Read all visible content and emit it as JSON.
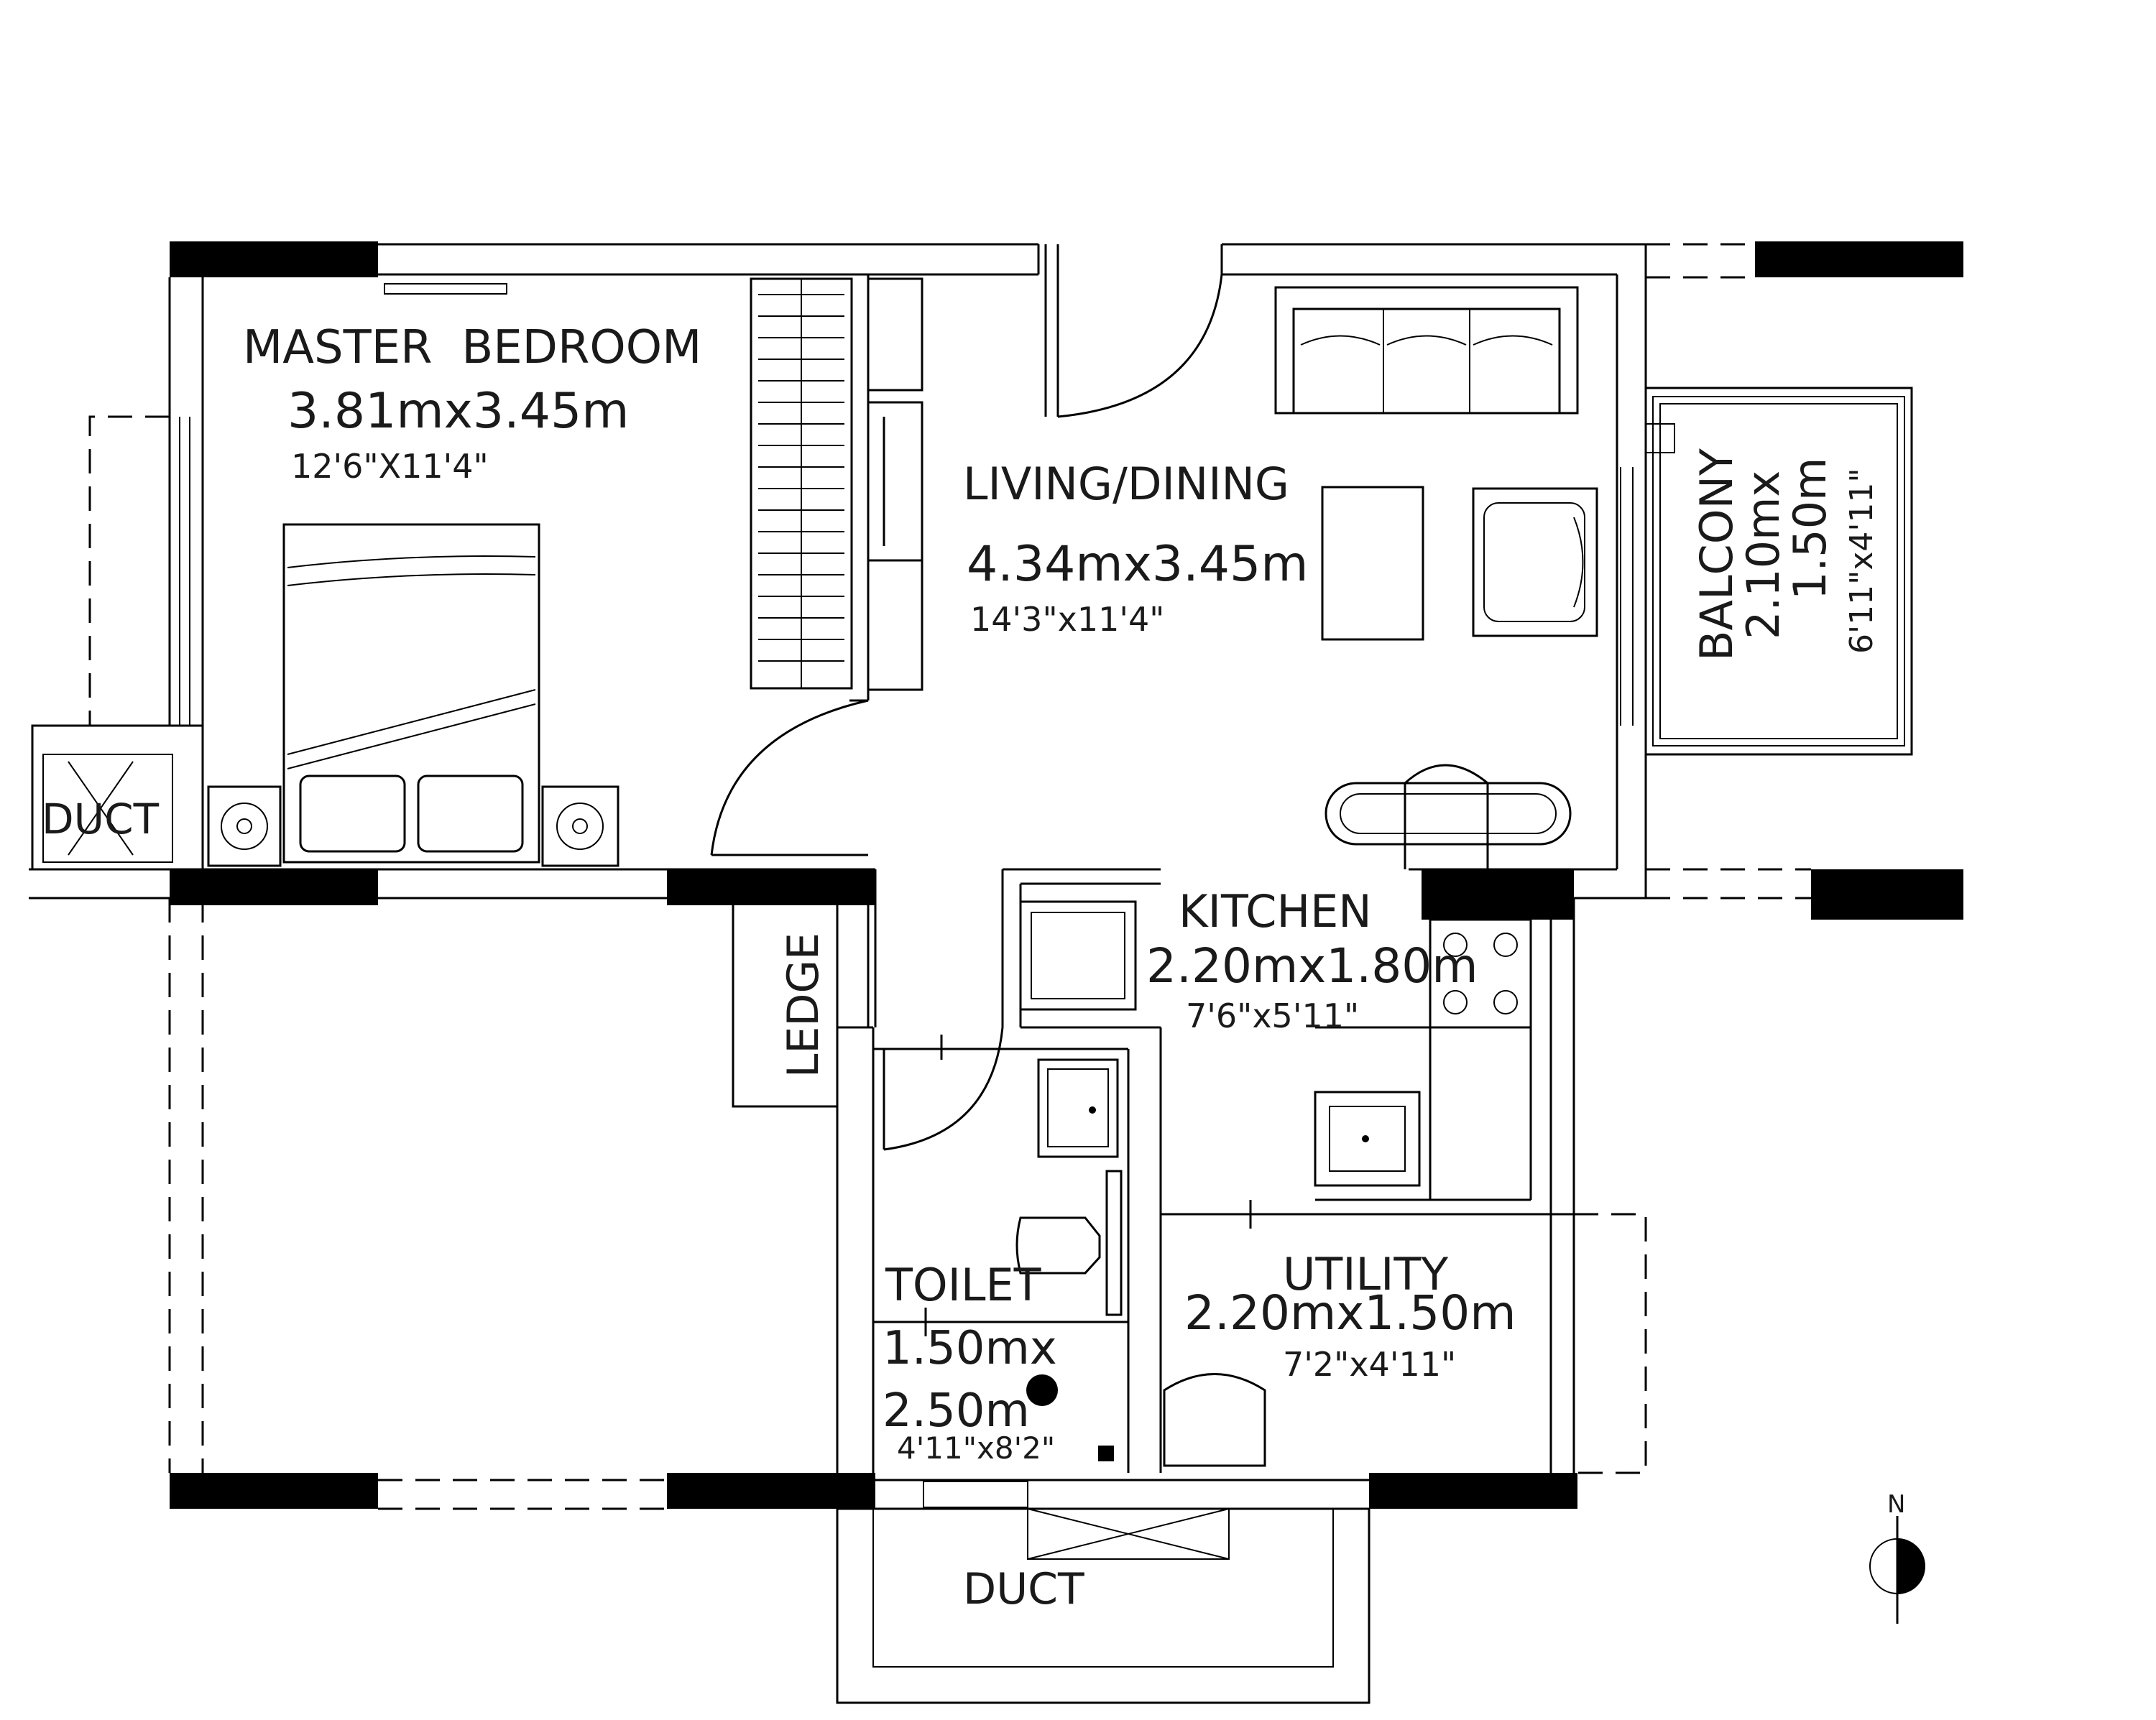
{
  "rooms": {
    "master_bedroom": {
      "name": "MASTER  BEDROOM",
      "size_m": "3.81mx3.45m",
      "size_ft": "12'6\"X11'4\""
    },
    "living_dining": {
      "name": "LIVING/DINING",
      "size_m": "4.34mx3.45m",
      "size_ft": "14'3\"x11'4\""
    },
    "balcony": {
      "name": "BALCONY",
      "size_m_line1": "2.10mx",
      "size_m_line2": "1.50m",
      "size_ft": "6'11\"x4'11\""
    },
    "kitchen": {
      "name": "KITCHEN",
      "size_m": "2.20mx1.80m",
      "size_ft": "7'6\"x5'11\""
    },
    "utility": {
      "name": "UTILITY",
      "size_m": "2.20mx1.50m",
      "size_ft": "7'2\"x4'11\""
    },
    "toilet": {
      "name": "TOILET",
      "size_m_line1": "1.50mx",
      "size_m_line2": "2.50m",
      "size_ft": "4'11\"x8'2\""
    },
    "ledge": {
      "name": "LEDGE"
    },
    "duct_left": {
      "name": "DUCT"
    },
    "duct_bottom": {
      "name": "DUCT"
    }
  },
  "compass": {
    "north_label": "N"
  }
}
